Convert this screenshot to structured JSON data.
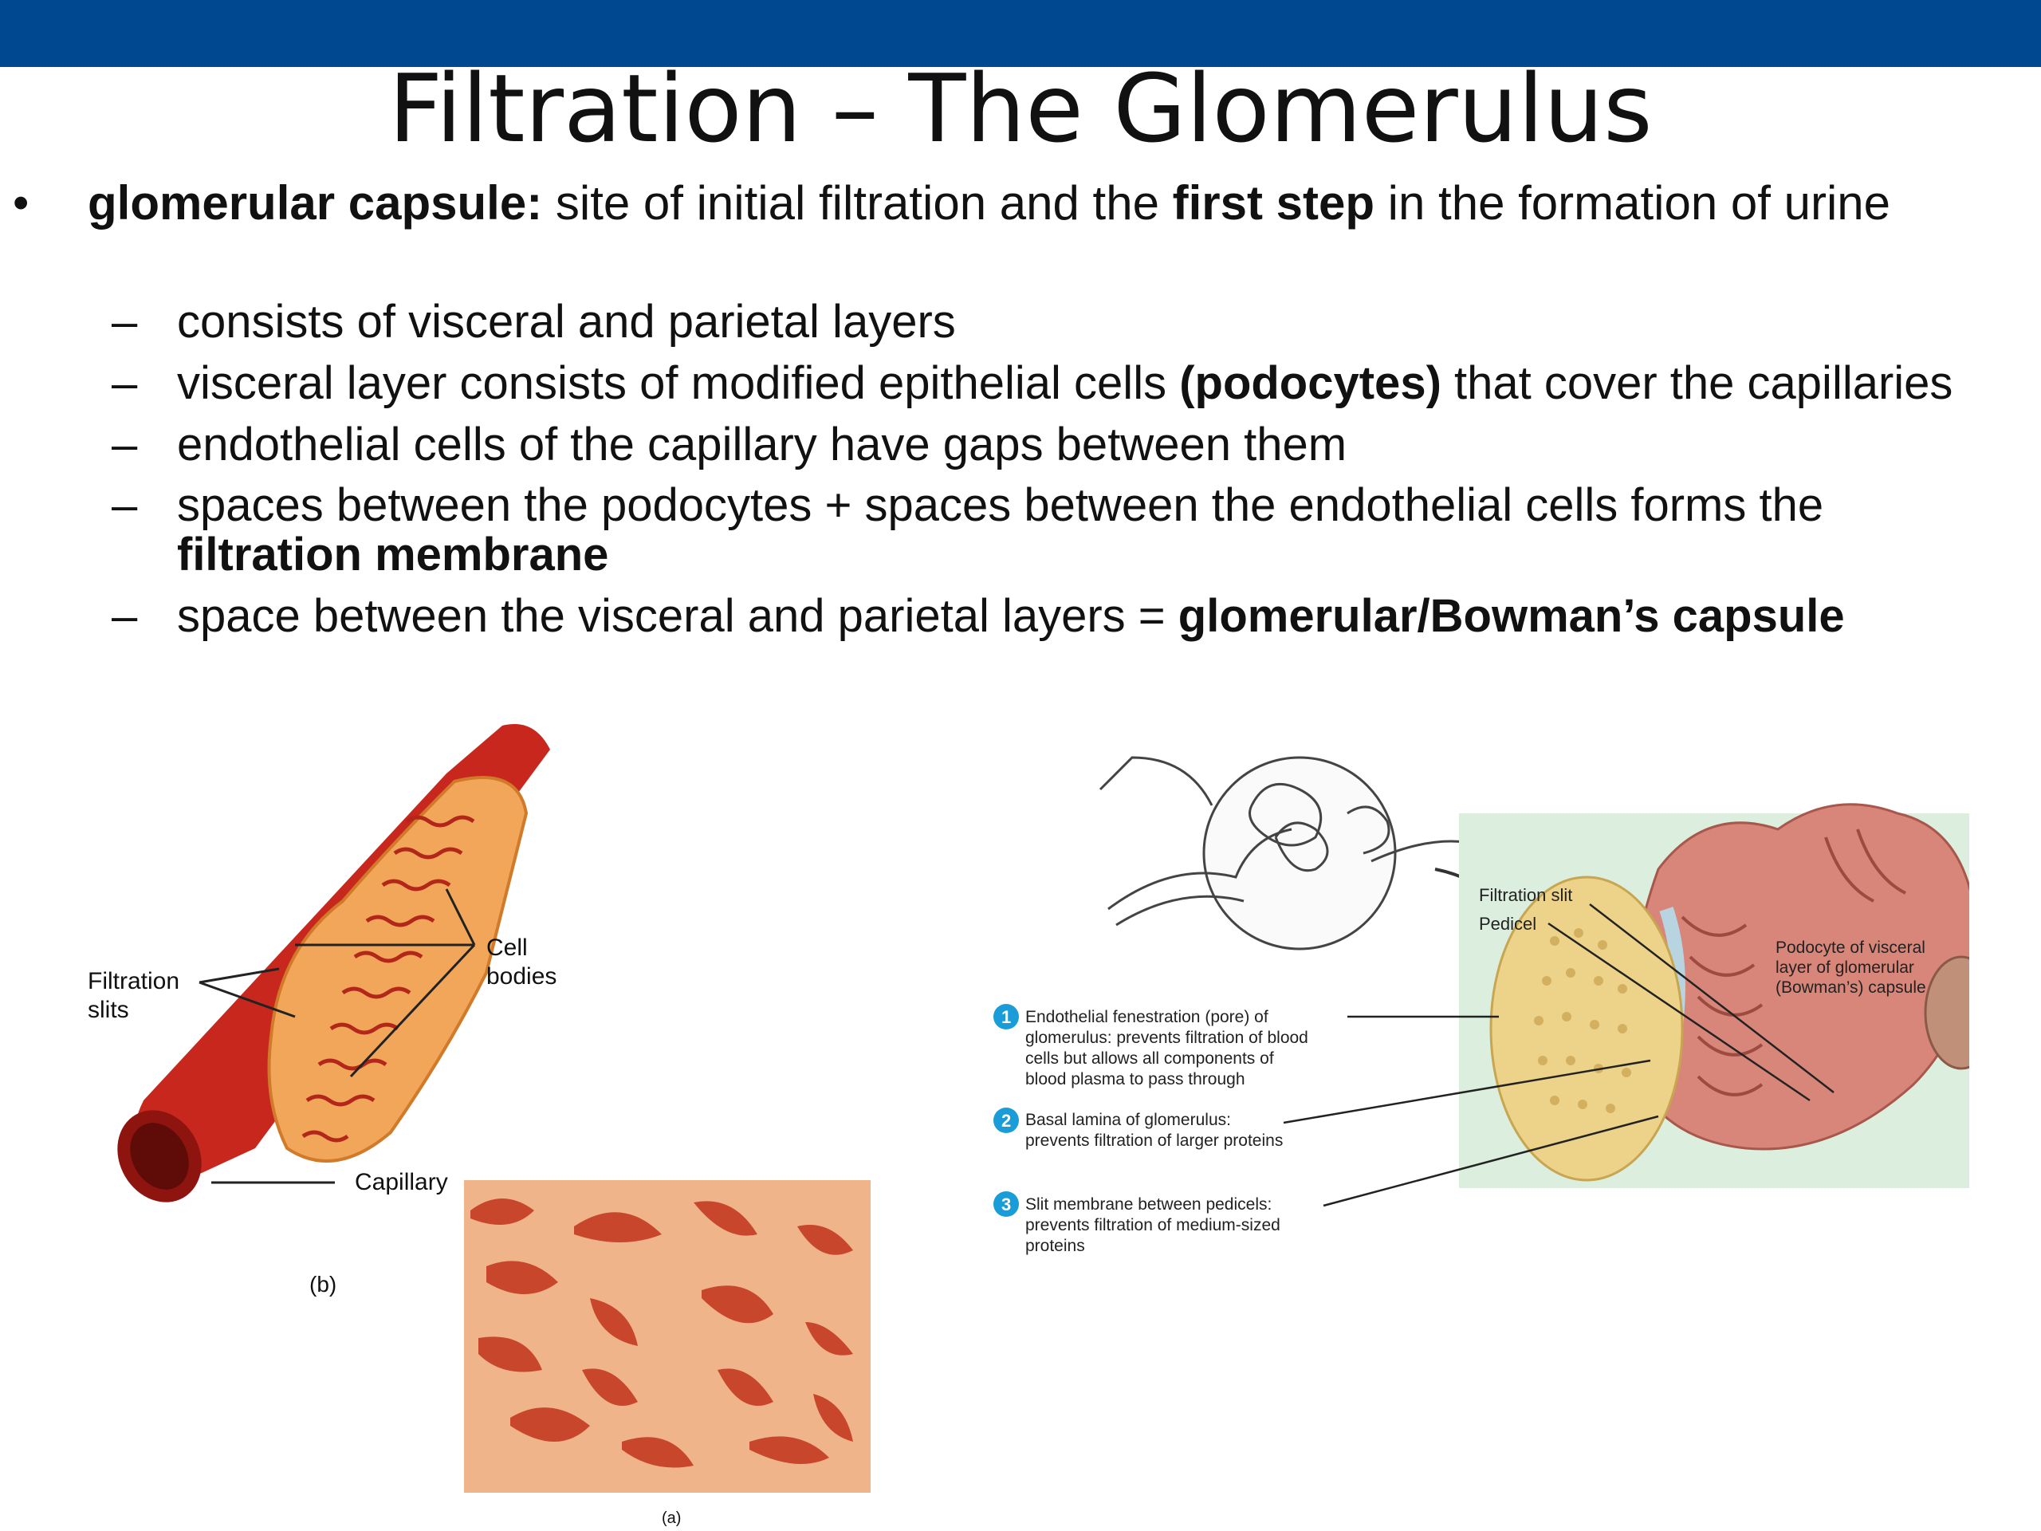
{
  "slide": {
    "title": "Filtration – The Glomerulus",
    "bullets": {
      "main": {
        "term": "glomerular capsule:",
        "text_a": " site of initial filtration and the ",
        "bold_b": "first step",
        "text_c": " in the formation of urine"
      },
      "sub1": "consists of visceral and parietal layers",
      "sub2": {
        "text_a": "visceral layer consists of modified epithelial cells ",
        "bold_b": "(podocytes)",
        "text_c": " that cover the capillaries"
      },
      "sub3": "endothelial cells of the capillary have gaps between them",
      "sub4": {
        "text_a": "spaces between the podocytes + spaces between the endothelial cells forms the ",
        "bold_b": "filtration membrane"
      },
      "sub5": {
        "text_a": "space between the visceral and parietal layers = ",
        "bold_b": "glomerular/Bowman’s capsule"
      },
      "dot": "•",
      "dash": "–"
    }
  },
  "figure_left": {
    "label_filtration": "Filtration",
    "label_slits": "slits",
    "label_cell": "Cell",
    "label_bodies": "bodies",
    "label_capillary": "Capillary",
    "label_b": "(b)",
    "label_a": "(a)"
  },
  "figure_right": {
    "label_filtration_slit": "Filtration slit",
    "label_pedicel": "Pedicel",
    "podocyte_line1": "Podocyte of visceral",
    "podocyte_line2": "layer of glomerular",
    "podocyte_line3": "(Bowman’s) capsule",
    "items": [
      {
        "num": "1",
        "lines": [
          "Endothelial fenestration (pore) of",
          "glomerulus: prevents filtration of blood",
          "cells but allows all components of",
          "blood plasma to pass through"
        ]
      },
      {
        "num": "2",
        "lines": [
          "Basal lamina of glomerulus:",
          "prevents filtration of larger proteins"
        ]
      },
      {
        "num": "3",
        "lines": [
          "Slit membrane between pedicels:",
          "prevents filtration of medium-sized",
          "proteins"
        ]
      }
    ]
  },
  "colors": {
    "header": "#004990",
    "vessel": "#c8271d",
    "podocyte_body": "#f2a65a",
    "tissue": "#e79a72",
    "filter_disc": "#edd38a",
    "callout": "#1a9cd8"
  }
}
